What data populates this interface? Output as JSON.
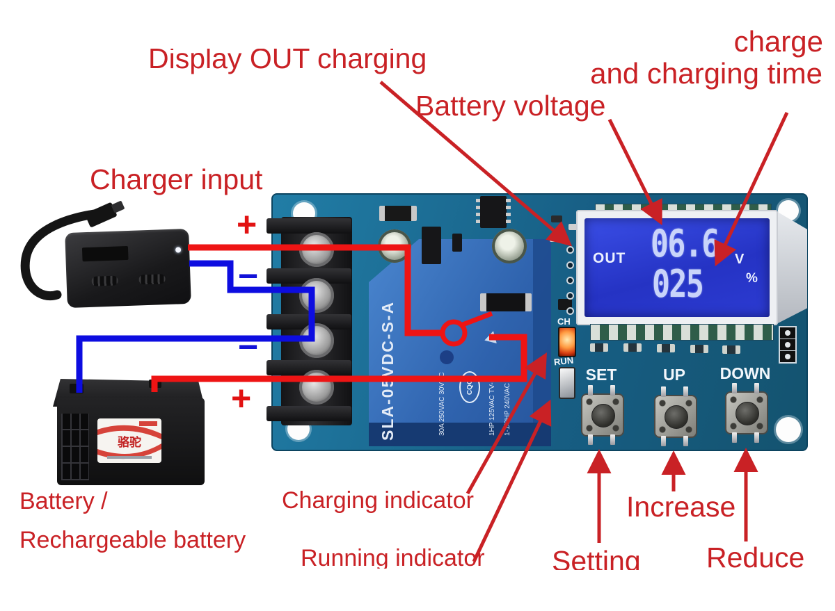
{
  "annotations": {
    "display_out_charging": "Display OUT charging",
    "battery_voltage": "Battery voltage",
    "charge": "charge",
    "and_charging_time": "and charging time",
    "charger_input": "Charger input",
    "battery_line1": "Battery /",
    "battery_line2": "Rechargeable battery",
    "charging_indicator": "Charging indicator",
    "running_indicator": "Running indicator",
    "setting": "Setting",
    "increase": "Increase",
    "reduce": "Reduce",
    "charger_plus": "+",
    "charger_minus": "−",
    "battery_minus": "−",
    "battery_plus": "+"
  },
  "board": {
    "lcd": {
      "out": "OUT",
      "voltage": "06.6",
      "voltage_unit": "V",
      "percent": "025",
      "percent_unit": "%"
    },
    "leds": {
      "charge": "CH",
      "run": "RUN"
    },
    "buttons": [
      {
        "label": "SET"
      },
      {
        "label": "UP"
      },
      {
        "label": "DOWN"
      }
    ],
    "relay": {
      "model": "SLA-05VDC-S-A",
      "spec1": "30A 250VAC 30VDC",
      "spec2": "1HP 125VAC TV-5",
      "spec3": "1-1/2HP 240VAC",
      "cert": "CQC"
    }
  },
  "battery": {
    "brand": "骆驼"
  },
  "colors": {
    "annotation_red": "#c92125",
    "wire_red": "#ee1414",
    "wire_blue": "#0d0de0",
    "pcb_blue": "#1a6c94",
    "relay_blue": "#3672bd",
    "lcd_blue": "#2b3ccd"
  }
}
